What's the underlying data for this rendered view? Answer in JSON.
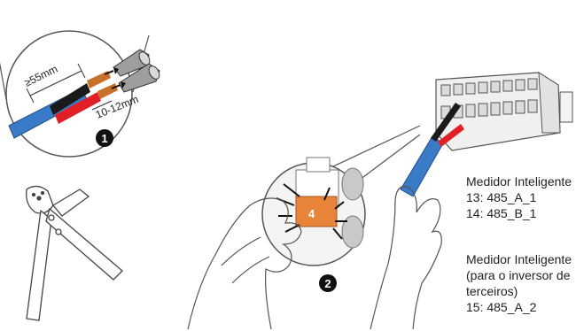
{
  "colors": {
    "cable_blue": "#3a7bc8",
    "cable_black": "#1a1a1a",
    "cable_red": "#e21f26",
    "copper": "#c8712a",
    "terminal_orange": "#e8833a",
    "line": "#555555",
    "badge": "#111111"
  },
  "diagram": {
    "strip_length_outer": "≥55mm",
    "strip_length_wire": "10-12mm",
    "step1_badge": "1",
    "step2_badge": "2",
    "terminal_number": "4",
    "icons": [
      "crimping-tool-icon",
      "ferrule-icon",
      "terminal-block-icon",
      "hand-icon"
    ]
  },
  "meter_notes": {
    "group1_title": "Medidor Inteligente",
    "line_13": "13: 485_A_1",
    "line_14": "14: 485_B_1",
    "group2_title": "Medidor Inteligente",
    "group2_sub1": "(para o inversor de",
    "group2_sub2": "terceiros)",
    "line_15": "15: 485_A_2"
  }
}
